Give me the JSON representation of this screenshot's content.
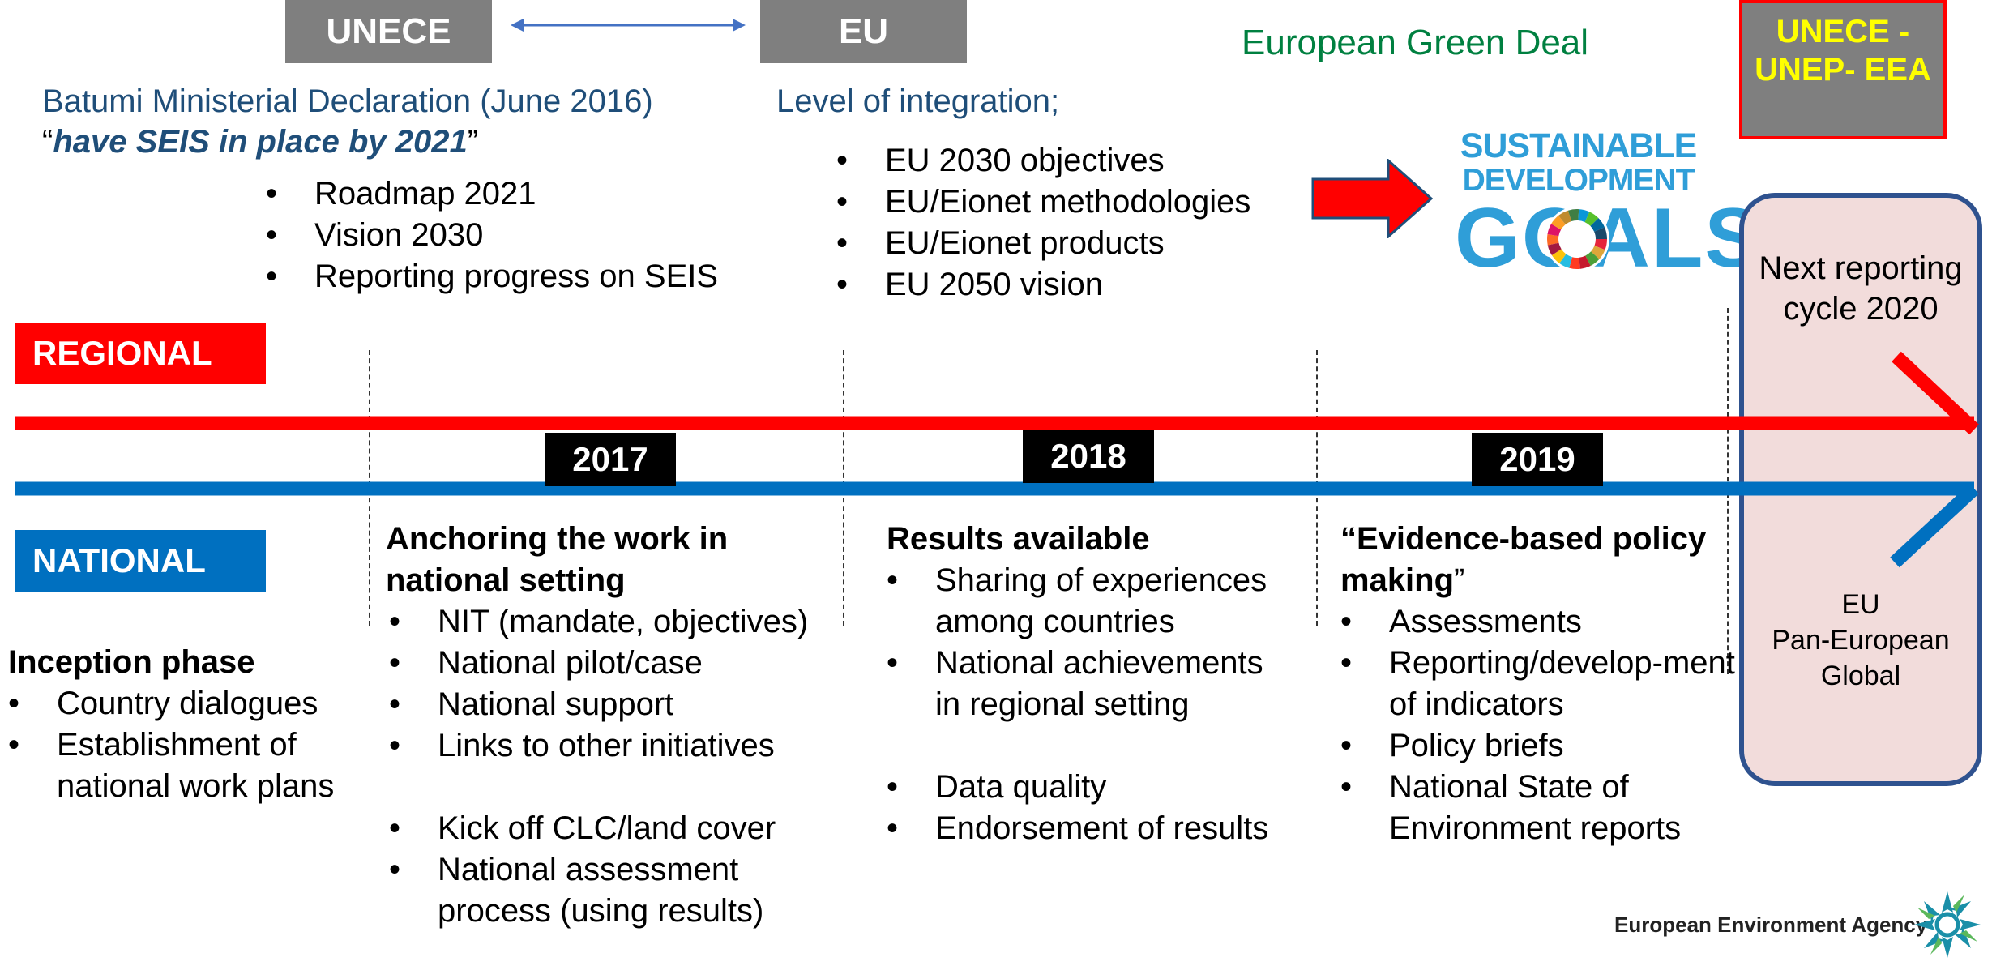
{
  "top": {
    "unece_label": "UNECE",
    "eu_label": "EU",
    "green_deal": "European Green Deal",
    "unece_unep_eea": "UNECE - UNEP- EEA",
    "batumi_title": "Batumi Ministerial Declaration (June 2016)",
    "batumi_quote": "have SEIS in place by 2021",
    "batumi_items": [
      "Roadmap 2021",
      "Vision 2030",
      "Reporting progress on SEIS"
    ],
    "integration_title": "Level of integration;",
    "integration_items": [
      "EU 2030 objectives",
      "EU/Eionet methodologies",
      "EU/Eionet products",
      "EU 2050 vision"
    ],
    "sdg_line1": "SUSTAINABLE",
    "sdg_line2": "DEVELOPMENT",
    "sdg_line3": "GOALS"
  },
  "levels": {
    "regional": "REGIONAL",
    "national": "NATIONAL"
  },
  "years": [
    "2017",
    "2018",
    "2019"
  ],
  "right_panel": {
    "title": "Next reporting cycle 2020",
    "scopes": [
      "EU",
      "Pan-European",
      "Global"
    ]
  },
  "phases": {
    "inception": {
      "heading": "Inception phase",
      "items": [
        "Country dialogues",
        "Establishment of national work plans"
      ]
    },
    "p2017": {
      "heading": "Anchoring the work in national setting",
      "items": [
        "NIT (mandate, objectives)",
        "National pilot/case",
        "National support",
        "Links to other initiatives"
      ],
      "items2": [
        "Kick off CLC/land cover",
        "National assessment process (using results)"
      ]
    },
    "p2018": {
      "heading": "Results available",
      "items": [
        "Sharing of experiences among countries",
        "National achievements in regional setting"
      ],
      "items2": [
        "Data quality",
        "Endorsement of results"
      ]
    },
    "p2019": {
      "heading_quoted": "“Evidence-based policy making",
      "heading_end": "”",
      "items": [
        "Assessments",
        "Reporting/develop-ment of indicators",
        "Policy briefs",
        "National State of Environment reports"
      ]
    }
  },
  "footer": {
    "agency": "European Environment Agency"
  },
  "colors": {
    "red": "#ff0000",
    "blue": "#0070c0",
    "gray": "#7f7f7f",
    "green": "#008040",
    "navy": "#1f4e79",
    "yellow": "#ffff00",
    "panel_fill": "#f2dcdb",
    "panel_border": "#2f528f"
  }
}
